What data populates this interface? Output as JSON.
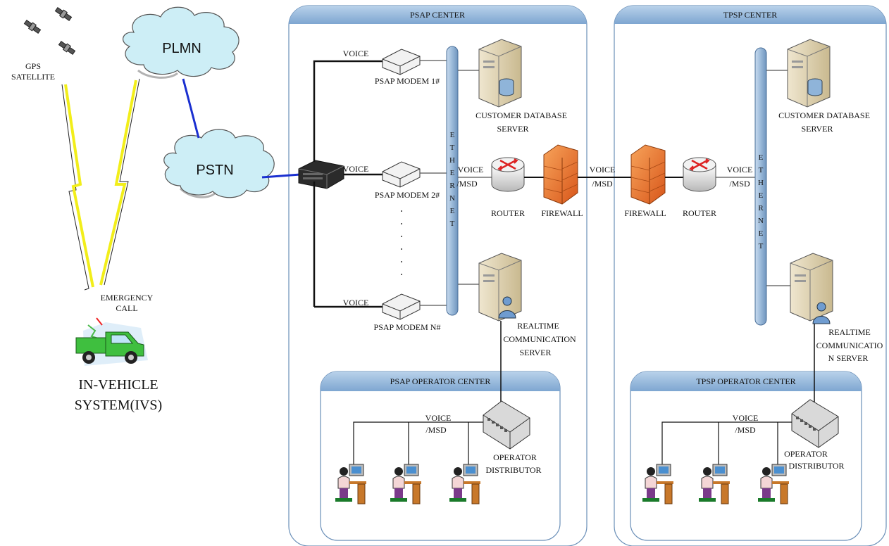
{
  "clouds": {
    "plmn": "PLMN",
    "pstn": "PSTN"
  },
  "satellite": {
    "line1": "GPS",
    "line2": "SATELLITE"
  },
  "emergency": {
    "line1": "EMERGENCY",
    "line2": "CALL"
  },
  "ivs": {
    "line1": "IN-VEHICLE",
    "line2": "SYSTEM(IVS)"
  },
  "psap": {
    "title": "PSAP CENTER",
    "voice_label": "VOICE",
    "modem1": "PSAP MODEM 1#",
    "modem2": "PSAP MODEM 2#",
    "modemN": "PSAP MODEM N#",
    "ethernet": [
      "E",
      "T",
      "H",
      "E",
      "R",
      "N",
      "E",
      "T"
    ],
    "db_line1": "CUSTOMER DATABASE",
    "db_line2": "SERVER",
    "voice_msd_1": "VOICE",
    "voice_msd_2": "/MSD",
    "router": "ROUTER",
    "firewall": "FIREWALL",
    "rt_line1": "REALTIME",
    "rt_line2": "COMMUNICATION",
    "rt_line3": "SERVER",
    "operator_center": "PSAP OPERATOR CENTER",
    "op_voice": "VOICE",
    "op_msd": "/MSD",
    "dist_line1": "OPERATOR",
    "dist_line2": "DISTRIBUTOR"
  },
  "link": {
    "voice": "VOICE",
    "msd": "/MSD"
  },
  "tpsp": {
    "title": "TPSP CENTER",
    "firewall": "FIREWALL",
    "router": "ROUTER",
    "voice_msd_1": "VOICE",
    "voice_msd_2": "/MSD",
    "ethernet": [
      "E",
      "T",
      "H",
      "E",
      "R",
      "N",
      "E",
      "T"
    ],
    "db_line1": "CUSTOMER DATABASE",
    "db_line2": "SERVER",
    "rt_line1": "REALTIME",
    "rt_line2": "COMMUNICATIO",
    "rt_line3": "N SERVER",
    "operator_center": "TPSP OPERATOR CENTER",
    "op_voice": "VOICE",
    "op_msd": "/MSD",
    "dist_line1": "OPERATOR",
    "dist_line2": "DISTRIBUTOR"
  },
  "colors": {
    "panel_header": "#8fb4d9",
    "panel_border": "#6a8fb8",
    "cloud": "#cdeef6",
    "ethernet_bar": "#a9c4de",
    "pstn_link": "#1a2fd0",
    "firewall": "#e8742a",
    "lightning": "#f2ee1a"
  }
}
